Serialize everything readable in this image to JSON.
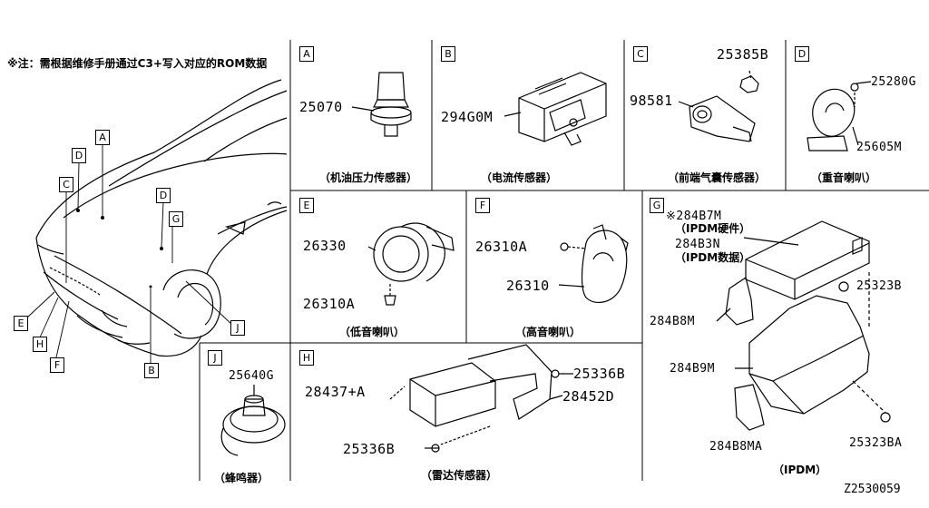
{
  "diagram": {
    "note": "※注：需根据维修手册通过C3+写入对应的ROM数据",
    "ref_code": "Z2530059",
    "panels": [
      {
        "id": "A",
        "caption": "（机油压力传感器）",
        "parts": [
          "25070"
        ]
      },
      {
        "id": "B",
        "caption": "（电流传感器）",
        "parts": [
          "294G0M"
        ]
      },
      {
        "id": "C",
        "caption": "（前端气囊传感器）",
        "parts": [
          "25385B",
          "98581"
        ]
      },
      {
        "id": "D",
        "caption": "（重音喇叭）",
        "parts": [
          "25280G",
          "25605M"
        ]
      },
      {
        "id": "E",
        "caption": "（低音喇叭）",
        "parts": [
          "26330",
          "26310A"
        ]
      },
      {
        "id": "F",
        "caption": "（高音喇叭）",
        "parts": [
          "26310A",
          "26310"
        ]
      },
      {
        "id": "G",
        "caption": "（IPDM）",
        "parts": [
          "※284B7M",
          "（IPDM硬件）",
          "284B3N",
          "（IPDM数据）",
          "25323B",
          "284B8M",
          "284B9M",
          "284B8MA",
          "25323BA"
        ]
      },
      {
        "id": "J",
        "caption": "（蜂鸣器）",
        "parts": [
          "25640G"
        ]
      },
      {
        "id": "H",
        "caption": "（雷达传感器）",
        "parts": [
          "25336B",
          "28437+A",
          "28452D",
          "25336B"
        ]
      }
    ],
    "car_callouts": [
      "A",
      "D",
      "C",
      "D",
      "G",
      "E",
      "H",
      "F",
      "J",
      "B"
    ]
  }
}
